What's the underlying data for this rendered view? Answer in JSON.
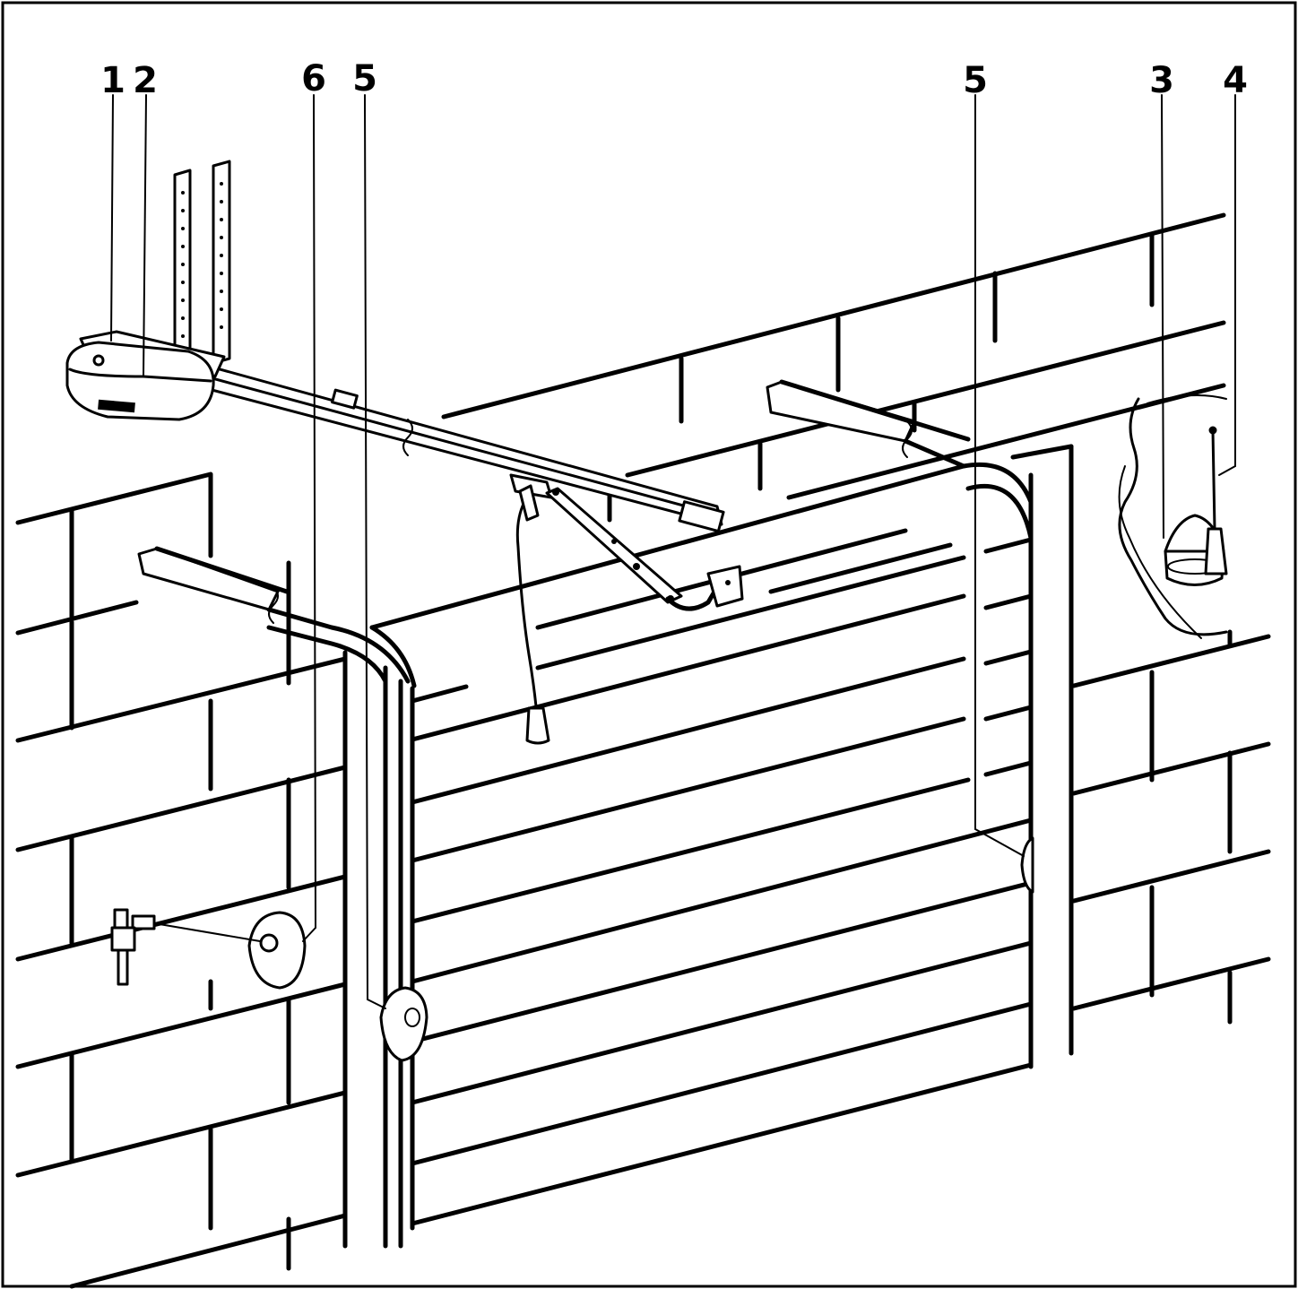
{
  "diagram": {
    "frame_color": "#000000",
    "background": "#ffffff",
    "callouts": [
      {
        "id": "1",
        "label": "1"
      },
      {
        "id": "2",
        "label": "2"
      },
      {
        "id": "6",
        "label": "6"
      },
      {
        "id": "5a",
        "label": "5"
      },
      {
        "id": "5b",
        "label": "5"
      },
      {
        "id": "3",
        "label": "3"
      },
      {
        "id": "4",
        "label": "4"
      }
    ],
    "icons": {
      "motor_unit": "garage-door-opener-icon",
      "rail": "drive-rail-icon",
      "ceiling_brackets": "ceiling-bracket-icon",
      "door_arm": "door-arm-icon",
      "emergency_release": "emergency-release-cord-icon",
      "warning_light": "warning-light-icon",
      "antenna": "antenna-icon",
      "photocell_left": "photocell-icon",
      "photocell_right": "photocell-icon",
      "key_switch": "key-switch-icon",
      "keys": "keys-icon",
      "sectional_door": "sectional-door-icon",
      "brick_wall": "brick-wall-icon"
    }
  }
}
